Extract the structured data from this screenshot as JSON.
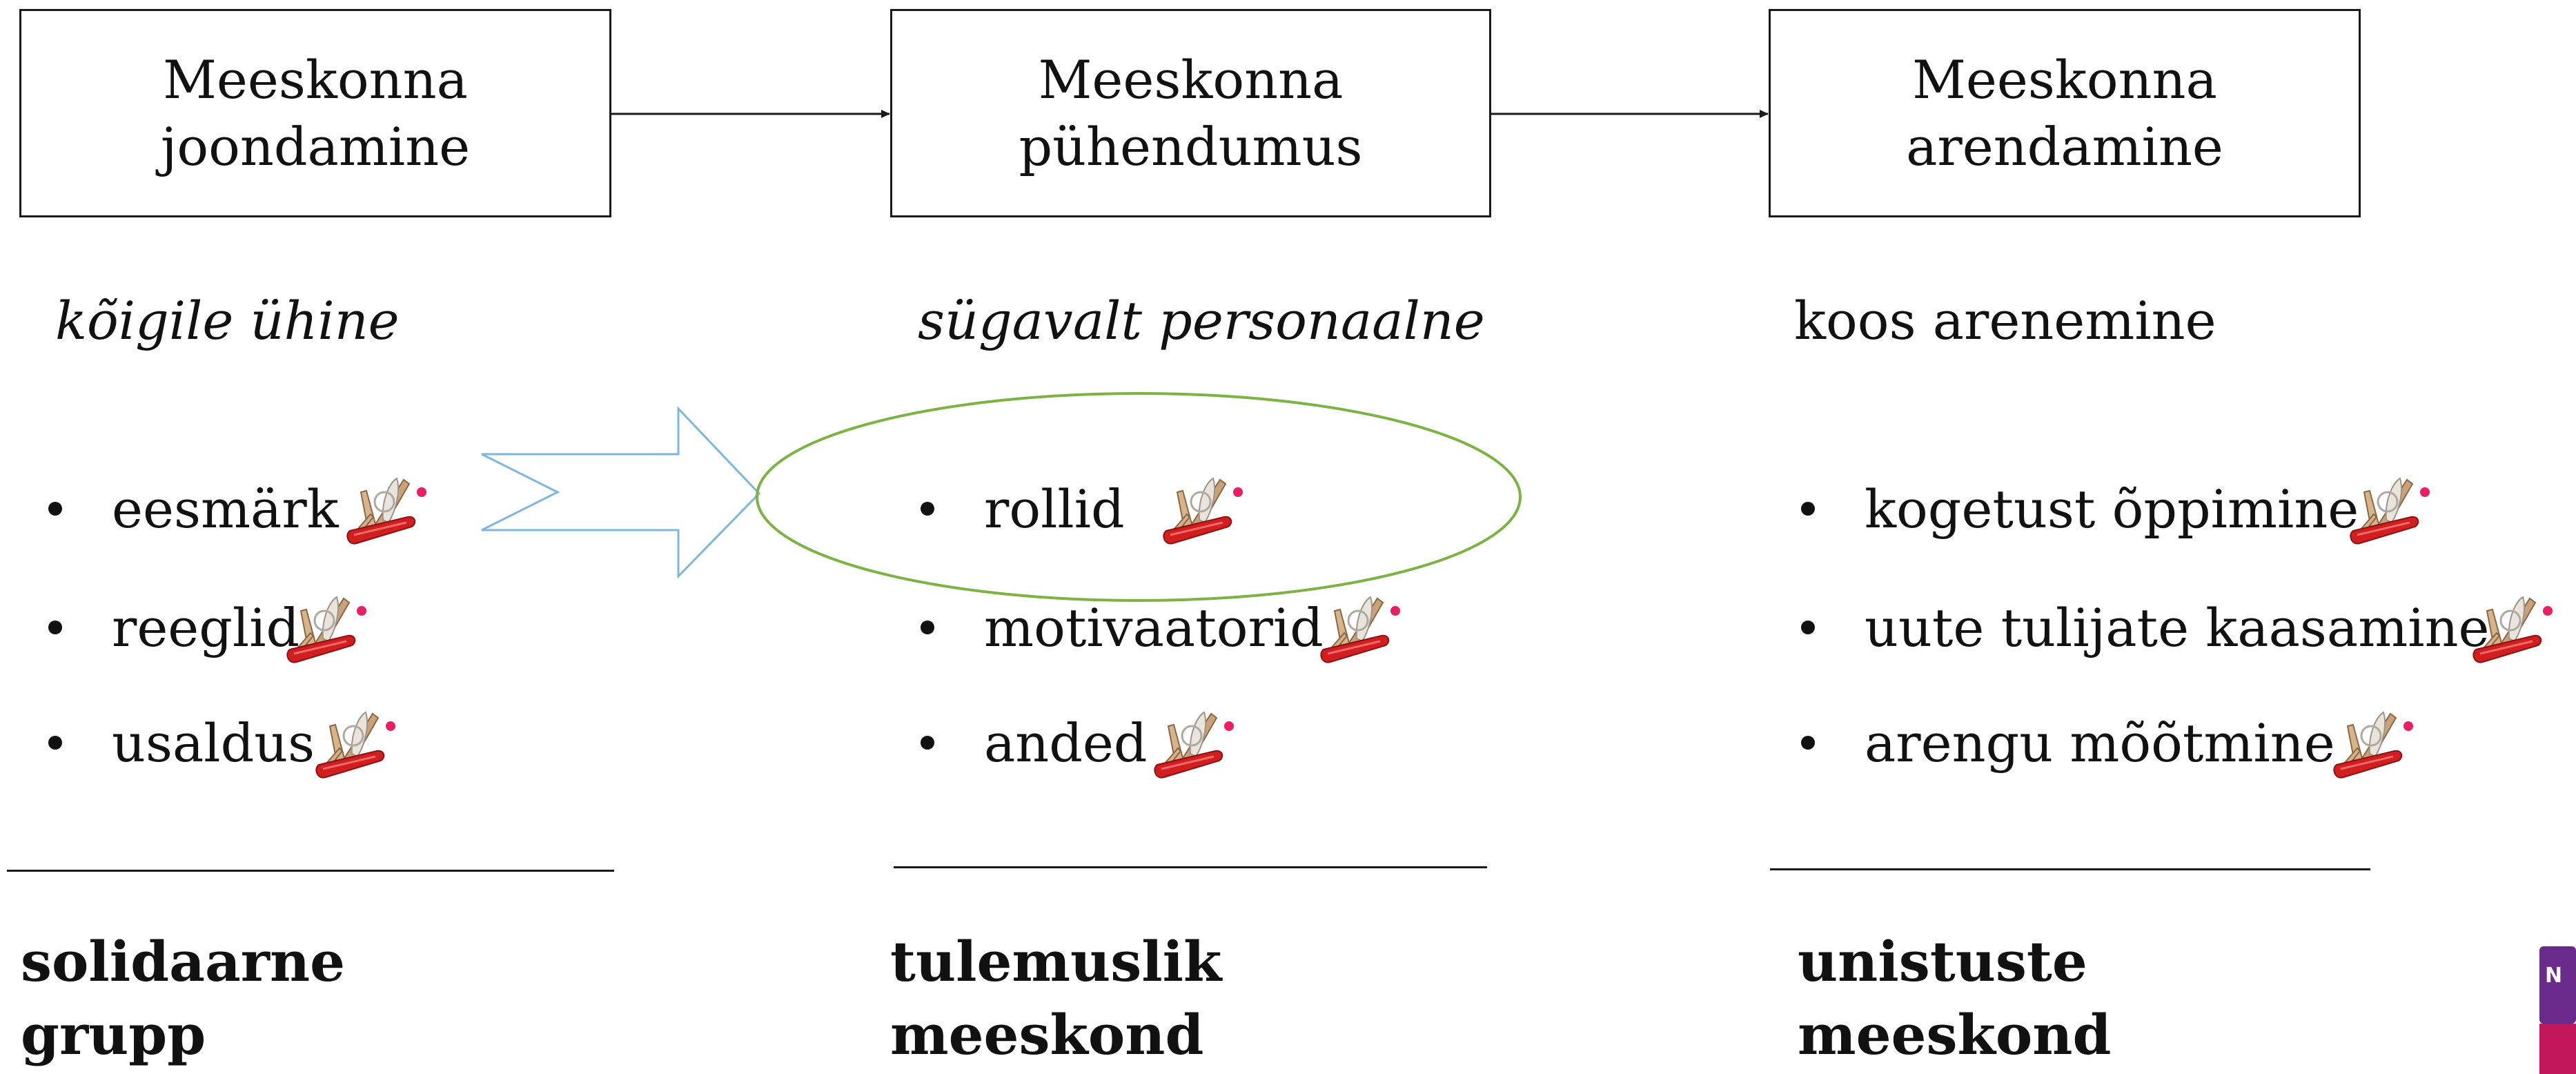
{
  "columns": [
    {
      "box_lines": [
        "Meeskonna",
        "joondamine"
      ],
      "subtitle": "kõigile ühine",
      "subtitle_italic": true,
      "bullets": [
        "eesmärk",
        "reeglid",
        "usaldus"
      ],
      "result_lines": [
        "solidaarne",
        "grupp"
      ]
    },
    {
      "box_lines": [
        "Meeskonna",
        "pühendumus"
      ],
      "subtitle": "sügavalt personaalne",
      "subtitle_italic": true,
      "bullets": [
        "rollid",
        "motivaatorid",
        "anded"
      ],
      "result_lines": [
        "tulemuslik",
        "meeskond"
      ]
    },
    {
      "box_lines": [
        "Meeskonna",
        "arendamine"
      ],
      "subtitle": "koos  arenemine",
      "subtitle_italic": false,
      "bullets": [
        "kogetust õppimine",
        "uute tulijate kaasamine",
        "arengu  mõõtmine"
      ],
      "result_lines": [
        "unistuste",
        "meeskond"
      ]
    }
  ],
  "colors": {
    "highlight_arrow": "#7eb6df",
    "highlight_ellipse": "#7cb342",
    "logo_top": "#6a2a8a",
    "logo_bottom": "#c2185b"
  },
  "icons": [
    "swiss-army-knife-icon"
  ]
}
